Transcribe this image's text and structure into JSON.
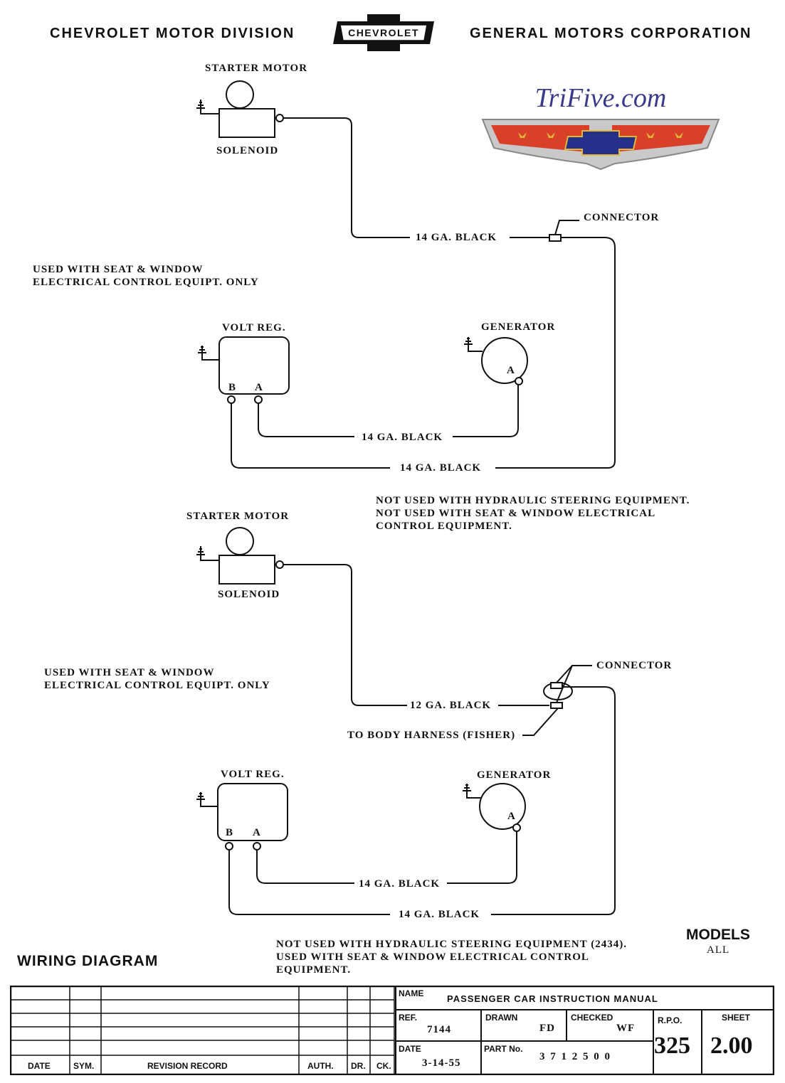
{
  "header": {
    "left": "CHEVROLET  MOTOR  DIVISION",
    "badge": "CHEVROLET",
    "right": "GENERAL  MOTORS  CORPORATION"
  },
  "logo": {
    "text": "TriFive.com",
    "colors": {
      "text": "#3a3a8c",
      "red": "#d8402a",
      "blue": "#24308a",
      "gold": "#e0b838",
      "silver": "#c9c9c9"
    }
  },
  "diagram1": {
    "starter_motor": "STARTER MOTOR",
    "solenoid": "SOLENOID",
    "connector": "CONNECTOR",
    "wire_top": "14 GA. BLACK",
    "note_left": [
      "USED WITH SEAT & WINDOW",
      "ELECTRICAL CONTROL EQUIPT.  ONLY"
    ],
    "volt_reg": "VOLT REG.",
    "terminal_b": "B",
    "terminal_a": "A",
    "generator": "GENERATOR",
    "gen_terminal": "A",
    "wire_mid": "14 GA. BLACK",
    "wire_bottom": "14 GA. BLACK",
    "note_right": [
      "NOT USED WITH HYDRAULIC STEERING EQUIPMENT.",
      "NOT USED WITH SEAT & WINDOW ELECTRICAL",
      "CONTROL EQUIPMENT."
    ]
  },
  "diagram2": {
    "starter_motor": "STARTER MOTOR",
    "solenoid": "SOLENOID",
    "connector": "CONNECTOR",
    "wire_top": "12 GA. BLACK",
    "body_harness": "TO BODY HARNESS (FISHER)",
    "note_left": [
      "USED WITH SEAT & WINDOW",
      "ELECTRICAL CONTROL EQUIPT.  ONLY"
    ],
    "volt_reg": "VOLT REG.",
    "terminal_b": "B",
    "terminal_a": "A",
    "generator": "GENERATOR",
    "gen_terminal": "A",
    "wire_mid": "14 GA. BLACK",
    "wire_bottom": "14 GA. BLACK",
    "note_bottom": [
      "NOT USED WITH HYDRAULIC STEERING EQUIPMENT (2434).",
      "USED WITH SEAT & WINDOW ELECTRICAL CONTROL",
      "EQUIPMENT."
    ]
  },
  "footer": {
    "title": "WIRING  DIAGRAM",
    "models_label": "MODELS",
    "models_value": "ALL"
  },
  "title_block": {
    "col_date": "DATE",
    "col_sym": "SYM.",
    "col_revision": "REVISION RECORD",
    "col_auth": "AUTH.",
    "col_dr": "DR.",
    "col_ck": "CK.",
    "name_label": "NAME",
    "name_value": "PASSENGER  CAR  INSTRUCTION  MANUAL",
    "ref_label": "REF.",
    "ref_value": "7144",
    "drawn_label": "DRAWN",
    "drawn_value": "FD",
    "checked_label": "CHECKED",
    "checked_value": "WF",
    "rpo_label": "R.P.O.",
    "rpo_value": "325",
    "sheet_label": "SHEET",
    "sheet_value": "2.00",
    "date_label": "DATE",
    "date_value": "3-14-55",
    "part_label": "PART No.",
    "part_value": "3 7 1 2 5 0 0"
  }
}
